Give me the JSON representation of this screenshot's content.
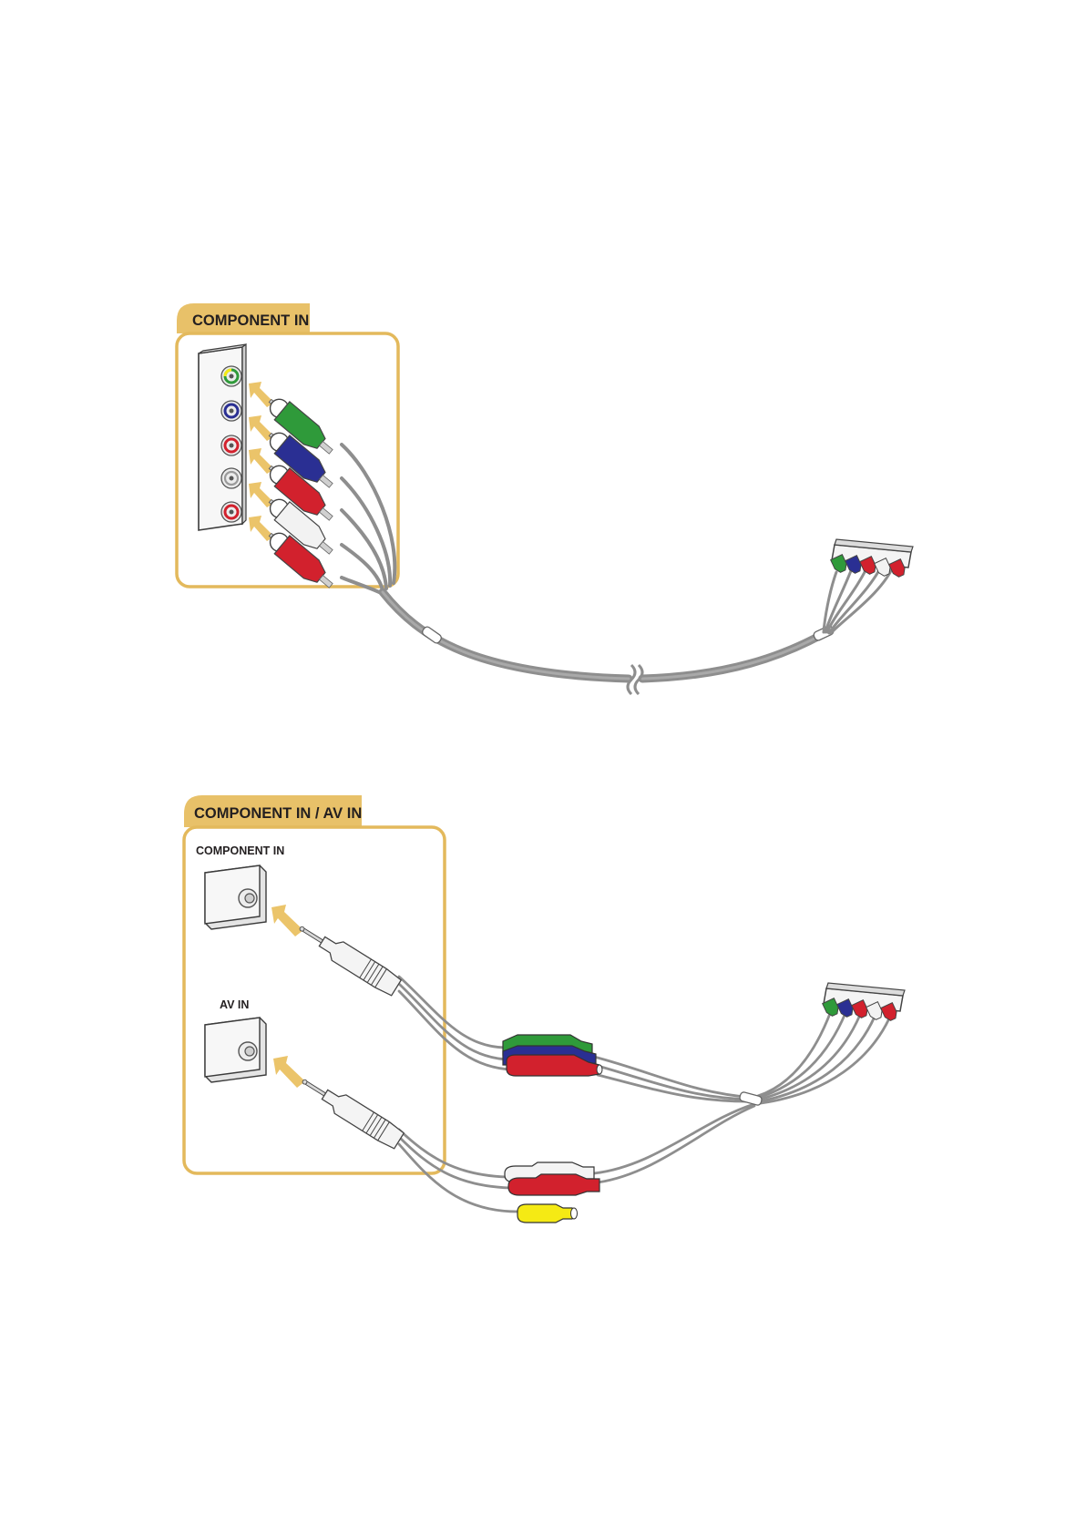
{
  "panel1": {
    "title": "COMPONENT IN"
  },
  "panel2": {
    "title": "COMPONENT IN / AV IN",
    "ports": [
      {
        "label": "COMPONENT IN"
      },
      {
        "label": "AV IN"
      }
    ]
  },
  "colors": {
    "panel_border": "#e3b95c",
    "arrow": "#ebc46a",
    "cable": "#8e8e8e",
    "green": "#2f9a3a",
    "blue": "#2a2f93",
    "red": "#d2212d",
    "white": "#f2f2f2",
    "yellow": "#f5ea14"
  },
  "panel1_jacks": [
    {
      "color": "green",
      "ring": "mixed"
    },
    {
      "color": "blue"
    },
    {
      "color": "red"
    },
    {
      "color": "white"
    },
    {
      "color": "red"
    }
  ],
  "panel1_plugs": [
    "green",
    "blue",
    "red",
    "white",
    "red"
  ],
  "device_plugs": [
    "green",
    "blue",
    "red",
    "white",
    "red"
  ],
  "panel2_component_plugs": [
    "green",
    "blue",
    "red"
  ],
  "panel2_av_plugs": [
    "white",
    "red",
    "yellow"
  ]
}
